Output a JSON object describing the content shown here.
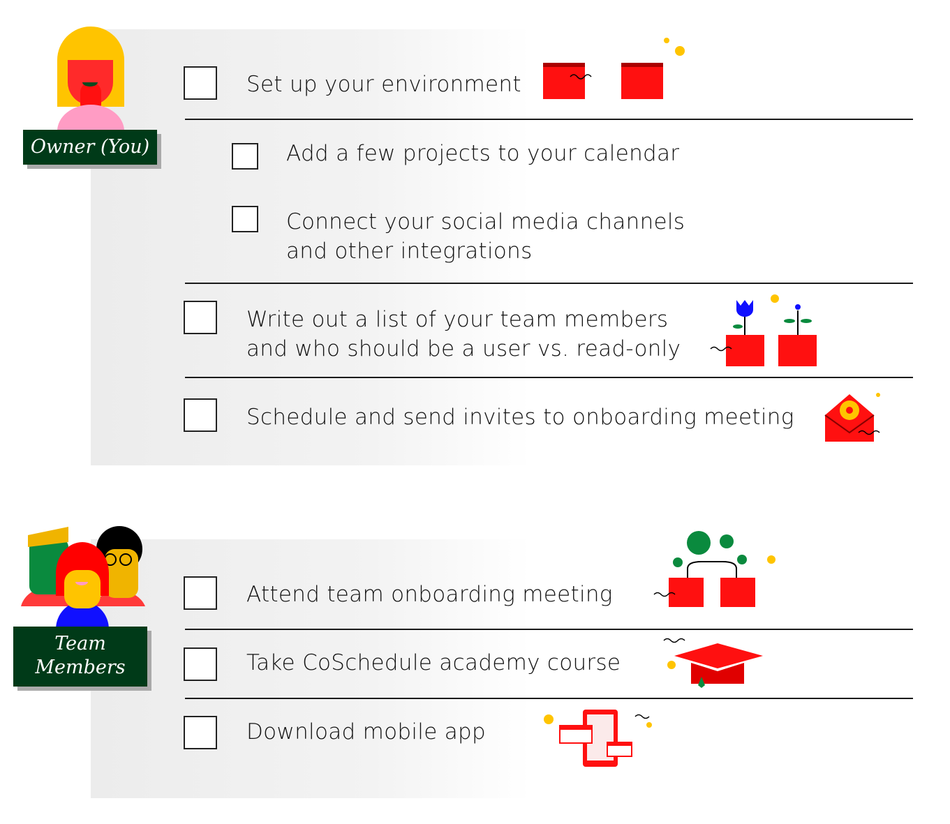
{
  "owner": {
    "label": "Owner (You)",
    "tasks": [
      {
        "text": "Set up your environment",
        "checked": false,
        "subtasks": [
          {
            "text": "Add a few projects to your calendar",
            "checked": false
          },
          {
            "text": "Connect your social media channels",
            "text2": "and other integrations",
            "checked": false
          }
        ]
      },
      {
        "text": "Write out a list of your team members",
        "text2": "and who should be a user vs. read-only",
        "checked": false
      },
      {
        "text": "Schedule and send invites to onboarding meeting",
        "checked": false
      }
    ]
  },
  "team": {
    "label1": "Team",
    "label2": "Members",
    "tasks": [
      {
        "text": "Attend team onboarding meeting",
        "checked": false
      },
      {
        "text": "Take CoSchedule academy course",
        "checked": false
      },
      {
        "text": "Download mobile app",
        "checked": false
      }
    ]
  },
  "colors": {
    "accent": "#ff1010",
    "label_bg": "#003a18",
    "yellow": "#ffc400"
  }
}
